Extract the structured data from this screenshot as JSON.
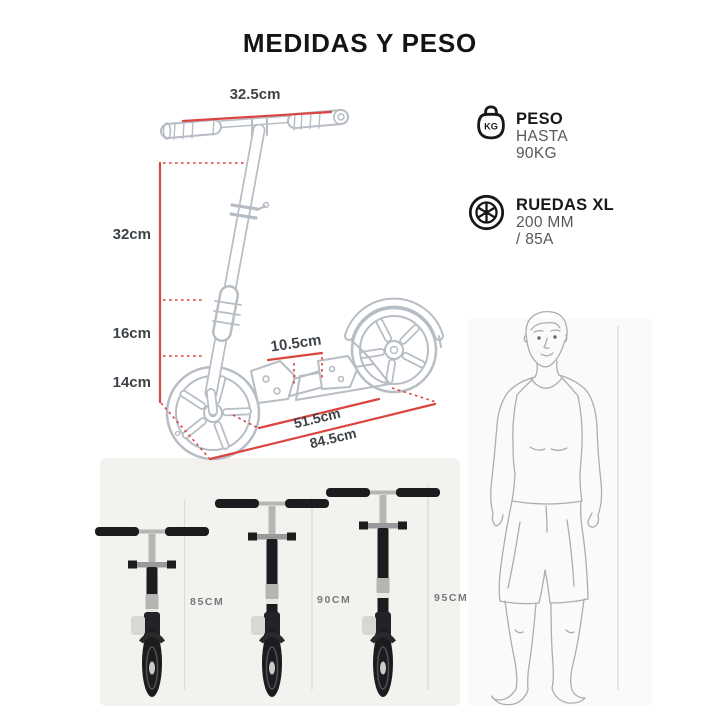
{
  "title": "MEDIDAS Y PESO",
  "measurements": {
    "handlebar_width": "32.5cm",
    "stem_upper": "32cm",
    "stem_lower": "16cm",
    "wheel_height": "14cm",
    "deck_clearance": "10.5cm",
    "deck_length": "51.5cm",
    "total_length": "84.5cm"
  },
  "specs": {
    "weight": {
      "icon": "kettlebell-kg-icon",
      "kg_label": "KG",
      "title": "PESO",
      "line1": "HASTA",
      "line2": "90KG"
    },
    "wheels": {
      "icon": "wheel-spokes-icon",
      "title": "RUEDAS XL",
      "line1": "200 MM",
      "line2": "/ 85A"
    }
  },
  "height_options": [
    {
      "label": "85CM"
    },
    {
      "label": "90CM"
    },
    {
      "label": "95CM"
    }
  ],
  "colors": {
    "accent_red": "#db4540",
    "art_gray": "#b7bdc4",
    "text_dark": "#3e4348",
    "text_gray": "#55595d"
  }
}
